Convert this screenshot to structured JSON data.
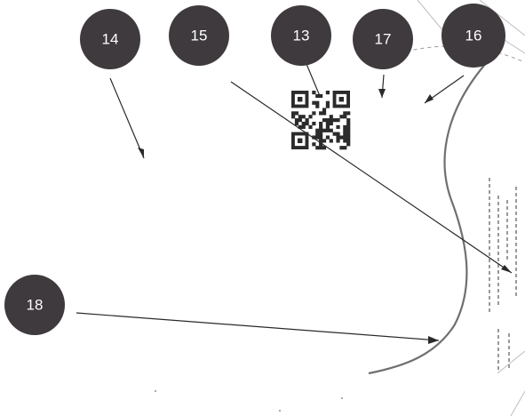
{
  "markers": [
    {
      "id": "14",
      "label": "14"
    },
    {
      "id": "15",
      "label": "15"
    },
    {
      "id": "13",
      "label": "13"
    },
    {
      "id": "17",
      "label": "17"
    },
    {
      "id": "16",
      "label": "16"
    },
    {
      "id": "18",
      "label": "18"
    }
  ],
  "colors": {
    "marker_fill": "#3f3a3d",
    "marker_text": "#ffffff",
    "leader_line": "#2a2a2a",
    "curve": "#6f6f6f"
  }
}
